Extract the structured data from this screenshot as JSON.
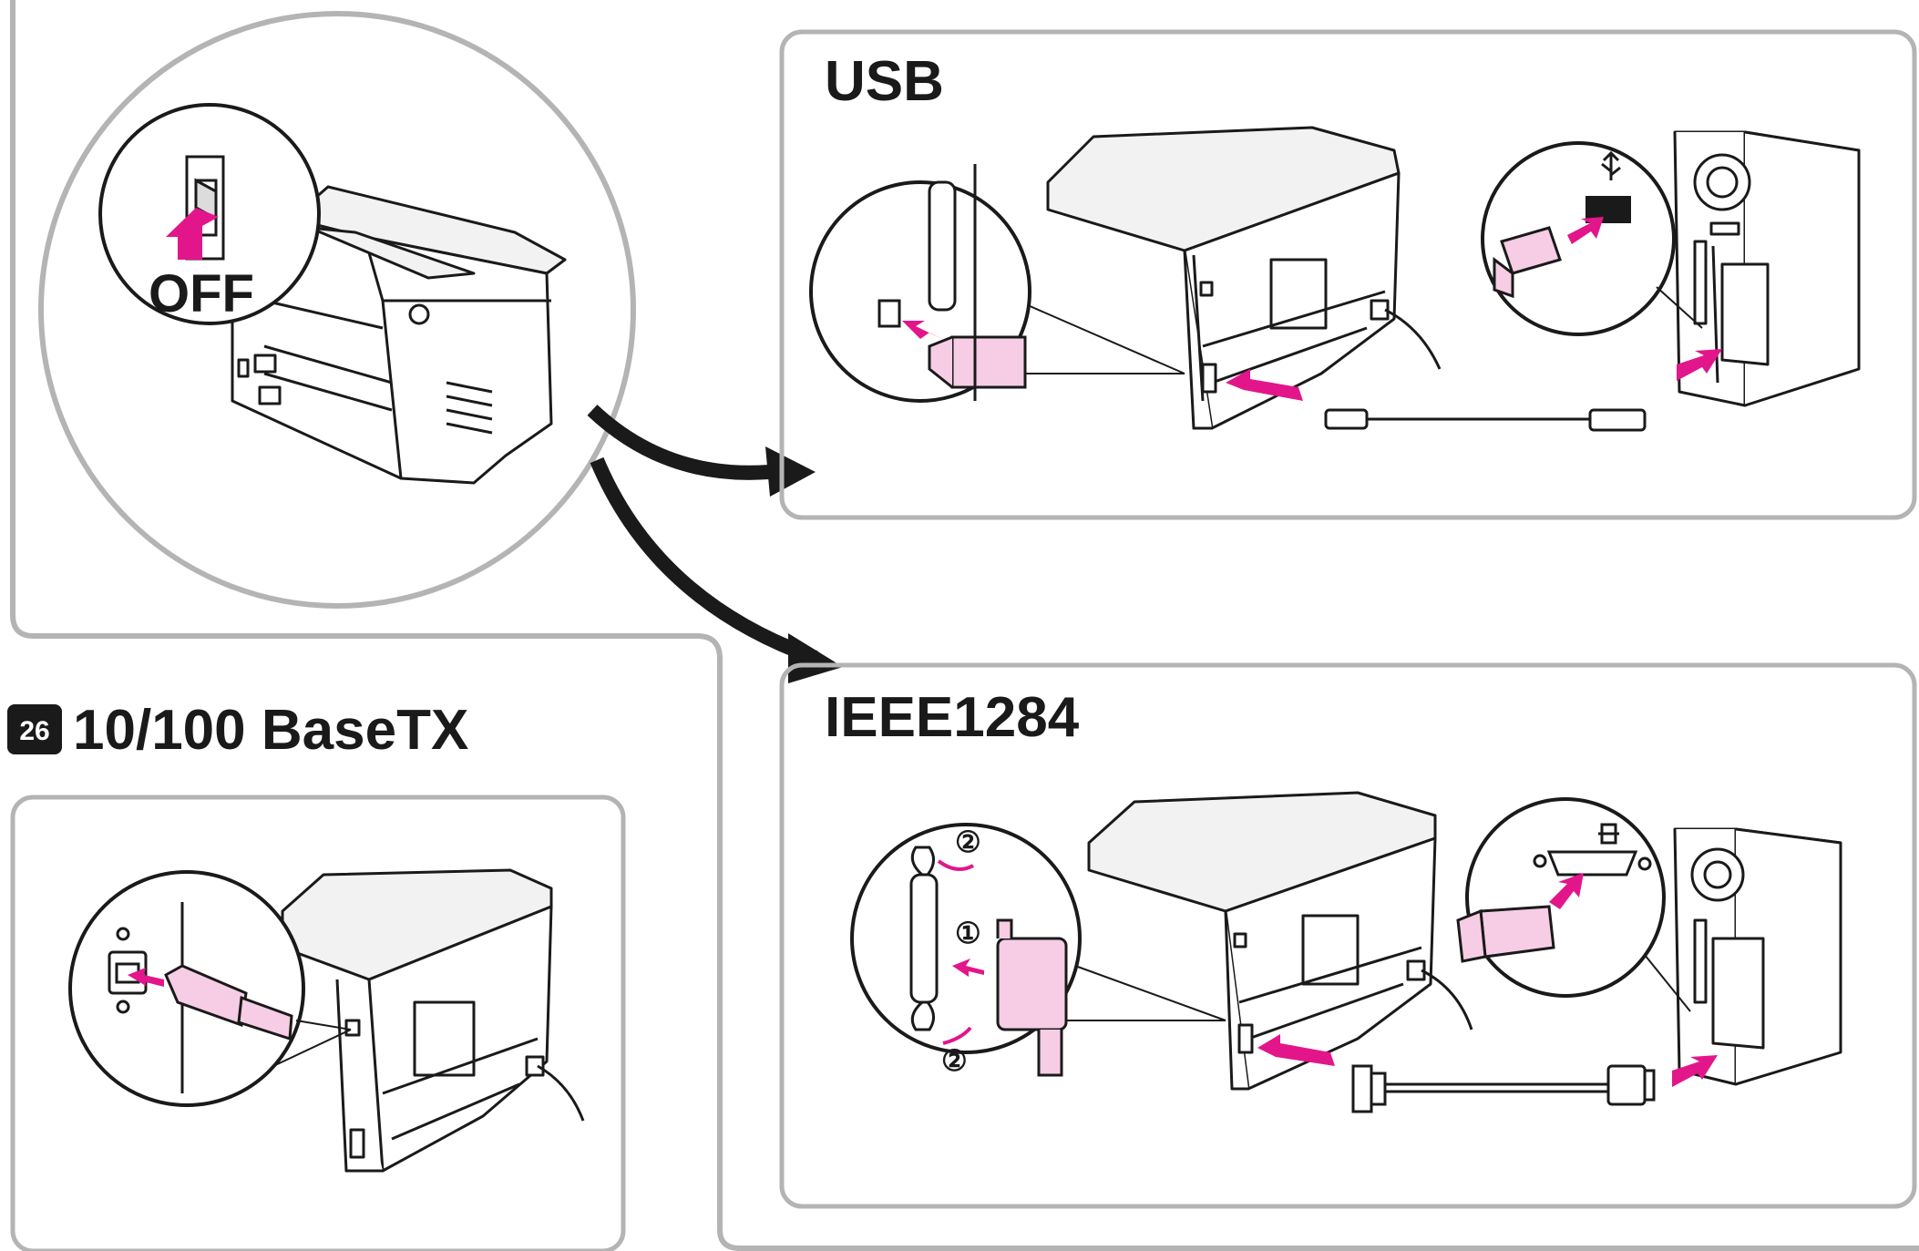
{
  "colors": {
    "frame": "#b4b4b4",
    "ink": "#1a1a1a",
    "accent": "#e2168a",
    "accent_light": "#f6cde4",
    "metal": "#f2f2f2"
  },
  "step_one": {
    "switch_label": "OFF",
    "icon": "power-switch-icon"
  },
  "usb_panel": {
    "title": "USB",
    "port_symbol": "usb-symbol-icon"
  },
  "ieee_panel": {
    "title": "IEEE1284",
    "step_1": "①",
    "step_2_top": "②",
    "step_2_bottom": "②",
    "port_symbol": "printer-port-icon"
  },
  "ethernet_panel": {
    "badge": "26",
    "title": "10/100 BaseTX"
  }
}
